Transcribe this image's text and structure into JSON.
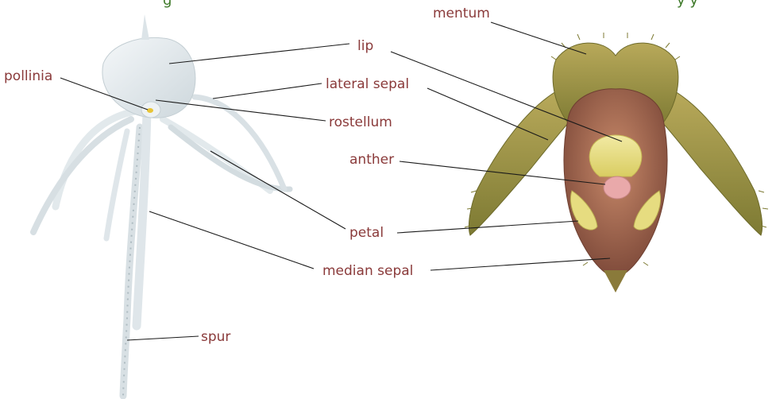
{
  "colors": {
    "label_text": "#8a3a3a",
    "leader_line": "#1a1a1a",
    "title_cut_text": "#3f7a2a",
    "white_flower": "#dfe6ea",
    "white_flower_shadow": "#b9c6cc",
    "green_flower_sepal": "#8d8a3a",
    "green_flower_inner": "#9a5b45",
    "green_flower_lip": "#e8df84",
    "green_flower_anther": "#e8a7a7"
  },
  "labels": {
    "mentum": "mentum",
    "pollinia": "pollinia",
    "lip": "lip",
    "lateral_sepal": "lateral sepal",
    "rostellum": "rostellum",
    "anther": "anther",
    "petal": "petal",
    "median_sepal": "median sepal",
    "spur": "spur"
  },
  "flowers": {
    "left": {
      "icon": "white-star-orchid-flower"
    },
    "right": {
      "icon": "hairy-green-orchid-flower"
    }
  }
}
